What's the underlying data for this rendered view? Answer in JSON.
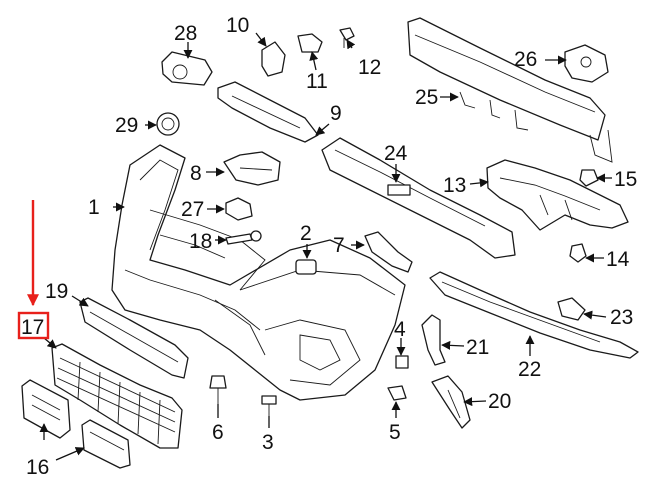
{
  "diagram": {
    "callouts": {
      "c1": "1",
      "c2": "2",
      "c3": "3",
      "c4": "4",
      "c5": "5",
      "c6": "6",
      "c7": "7",
      "c8": "8",
      "c9": "9",
      "c10": "10",
      "c11": "11",
      "c12": "12",
      "c13": "13",
      "c14": "14",
      "c15": "15",
      "c16": "16",
      "c17": "17",
      "c18": "18",
      "c19": "19",
      "c20": "20",
      "c21": "21",
      "c22": "22",
      "c23": "23",
      "c24": "24",
      "c25": "25",
      "c26": "26",
      "c27": "27",
      "c28": "28",
      "c29": "29"
    },
    "highlight_color": "#e8201b",
    "highlighted_callout": "17"
  }
}
